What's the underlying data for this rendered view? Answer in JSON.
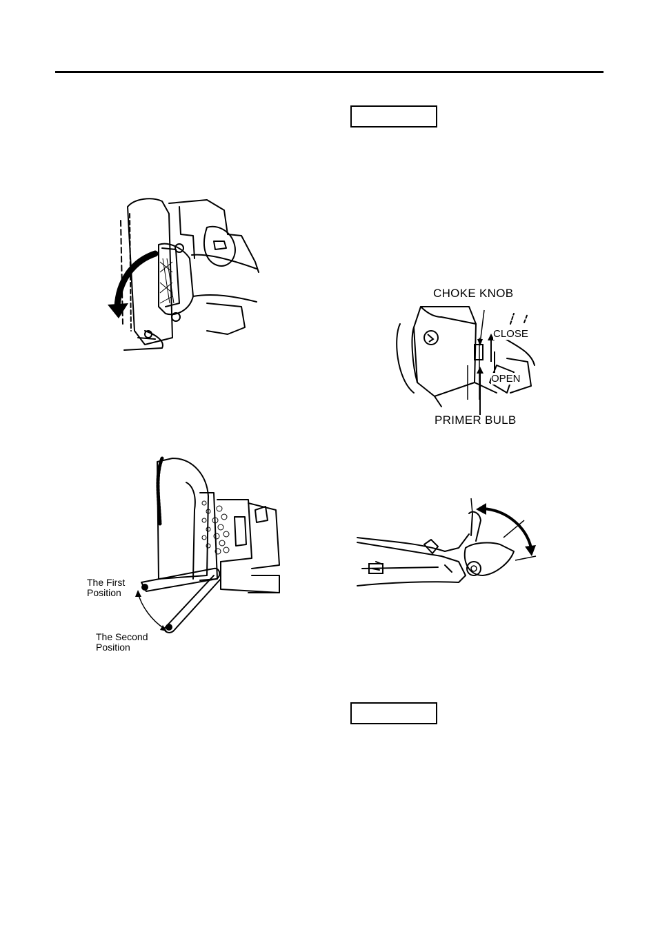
{
  "choke_figure": {
    "choke_knob_label": "CHOKE KNOB",
    "close_label": "CLOSE",
    "open_label": "OPEN",
    "primer_bulb_label": "PRIMER BULB"
  },
  "harness_figure": {
    "first_position_label_line1": "The First",
    "first_position_label_line2": "Position",
    "second_position_label_line1": "The Second",
    "second_position_label_line2": "Position"
  },
  "icons": {
    "rotate_arrow": "curved-arrow-icon",
    "throttle_arrow": "curved-double-arrow-icon"
  }
}
